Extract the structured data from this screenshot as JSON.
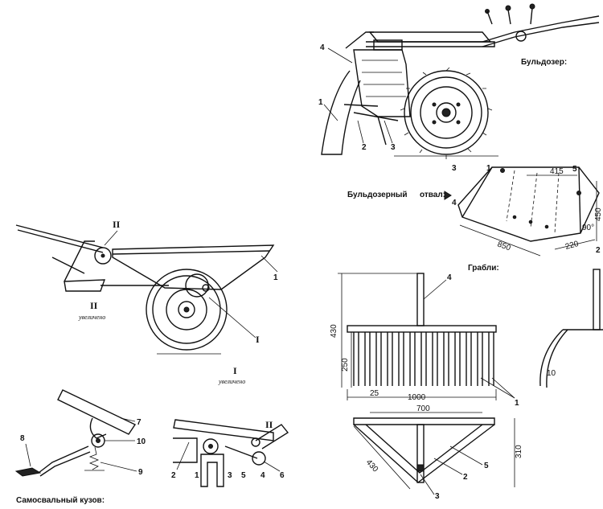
{
  "captions": {
    "bulldozer": "Бульдозер:",
    "blade_word1": "Бульдозерный",
    "blade_word2": "отвал:",
    "rake": "Грабли:",
    "dump_body": "Самосвальный кузов:"
  },
  "magnified_label": "увеличено",
  "roman": {
    "one": "I",
    "two": "II"
  },
  "bulldozer_parts": [
    "1",
    "2",
    "3",
    "4"
  ],
  "blade_parts": [
    "1",
    "2",
    "3",
    "4",
    "5"
  ],
  "rake_parts": [
    "1",
    "2",
    "3",
    "4",
    "5"
  ],
  "dump_parts": [
    "1",
    "2",
    "3",
    "4",
    "5",
    "6",
    "7",
    "8",
    "9",
    "10"
  ],
  "dimensions": {
    "blade_415": "415",
    "blade_850": "850",
    "blade_450": "450",
    "blade_90": "90°",
    "blade_220": "220",
    "rake_430_h": "430",
    "rake_250": "250",
    "rake_25": "25",
    "rake_1000": "1000",
    "rake_700": "700",
    "rake_430_diag": "430",
    "rake_310": "310",
    "side_10": "10"
  }
}
